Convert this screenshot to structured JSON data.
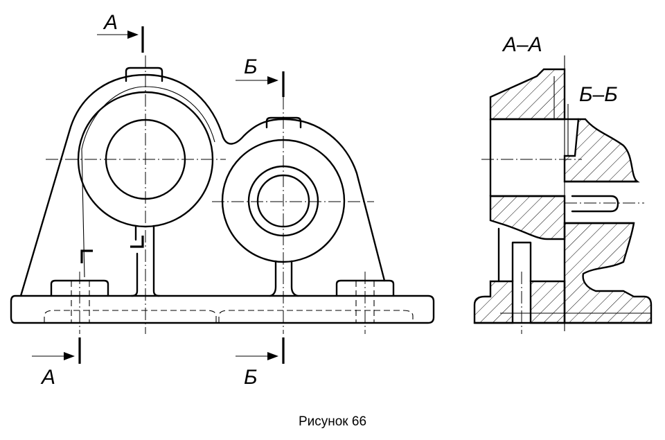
{
  "labels": {
    "front_a_top": "А",
    "front_b_top": "Б",
    "front_a_bottom": "А",
    "front_b_bottom": "Б",
    "section_aa": "А–А",
    "section_bb": "Б–Б"
  },
  "caption": "Рисунок 66"
}
